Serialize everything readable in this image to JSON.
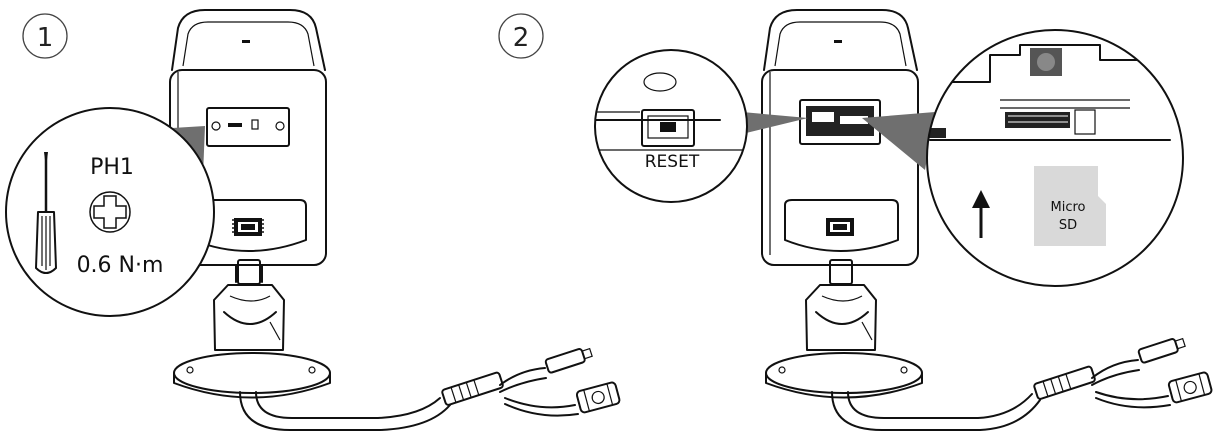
{
  "steps": [
    {
      "number": "1",
      "tool_label": "PH1",
      "torque_label": "0.6 N·m"
    },
    {
      "number": "2",
      "reset_label": "RESET",
      "card_label_line1": "Micro",
      "card_label_line2": "SD"
    }
  ],
  "colors": {
    "line": "#111111",
    "callout_pointer": "#6f6f6f",
    "card": "#d9d9d9"
  },
  "icons": [
    "screwdriver-icon",
    "phillips-head-icon",
    "arrow-up-icon",
    "micro-sd-card-icon"
  ]
}
